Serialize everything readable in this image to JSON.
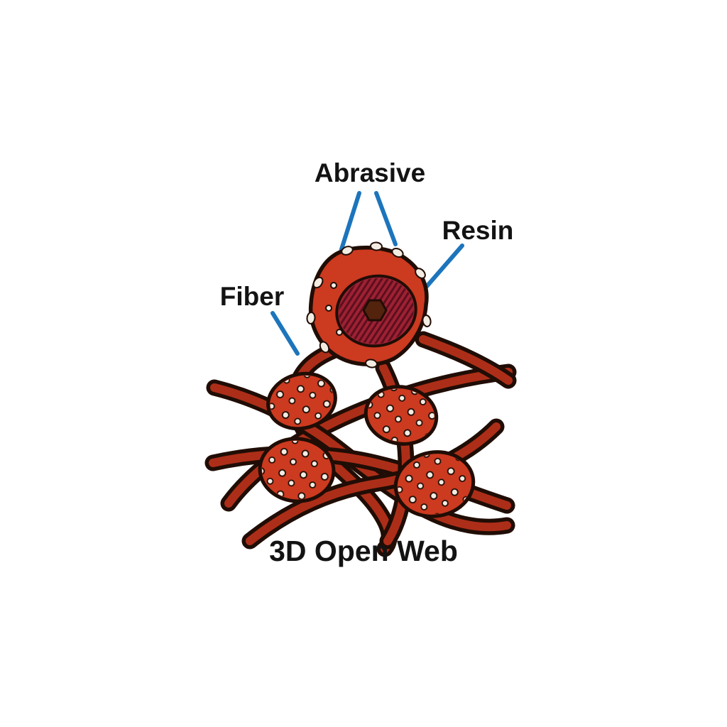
{
  "figure": {
    "type": "diagram",
    "caption": "3D Open Web",
    "labels": {
      "abrasive": "Abrasive",
      "resin": "Resin",
      "fiber": "Fiber"
    },
    "colors": {
      "nodule_red": "#cc3a20",
      "fiber_red": "#ad2e18",
      "resin_crimson": "#9e2133",
      "resin_hatch": "#5c0f1d",
      "outline_dark": "#200d05",
      "leader_blue": "#1c75bc",
      "grain_white": "#f3ece2",
      "text_black": "#131313",
      "core_brown": "#54230d",
      "background": "#ffffff"
    }
  }
}
